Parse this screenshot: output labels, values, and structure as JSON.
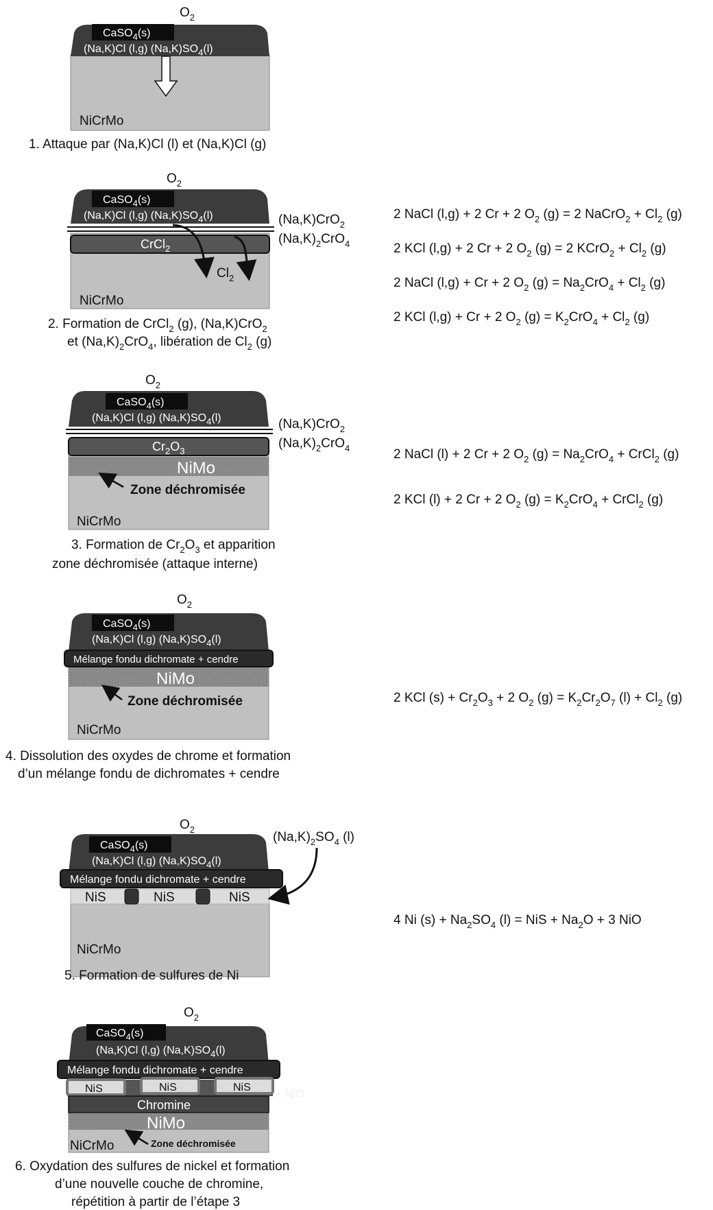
{
  "labels": {
    "o2": "O",
    "o2_sub": "2",
    "caso4": "CaSO",
    "caso4_sub": "4",
    "caso4_tail": "(s)",
    "salts_a": "(Na,K)Cl (l,g) (Na,K)SO",
    "salts_sub": "4",
    "salts_tail": "(l)",
    "nicrmo": "NiCrMo",
    "nimo": "NiMo",
    "zone": "Zone déchromisée",
    "crcl2": "CrCl",
    "crcl2_sub": "2",
    "cl2": "Cl",
    "cl2_sub": "2",
    "cr2o3_a": "Cr",
    "cr2o3_s1": "2",
    "cr2o3_b": "O",
    "cr2o3_s2": "3",
    "nakcro2_a": "(Na,K)CrO",
    "nakcro2_sub": "2",
    "nak2cro4_a": "(Na,K)",
    "nak2cro4_s1": "2",
    "nak2cro4_b": "CrO",
    "nak2cro4_s2": "4",
    "melt": "Mélange fondu dichromate + cendre",
    "nis": "NiS",
    "nak2so4_a": "(Na,K)",
    "nak2so4_s1": "2",
    "nak2so4_b": "SO",
    "nak2so4_s2": "4",
    "nak2so4_tail": " (l)",
    "chromine": "Chromine",
    "nio": "+ NiO"
  },
  "captions": {
    "s1": "1.  Attaque par (Na,K)Cl (l) et (Na,K)Cl (g)",
    "s2_l1_a": "2. Formation de CrCl",
    "s2_l1_s1": "2",
    "s2_l1_b": " (g), (Na,K)CrO",
    "s2_l1_s2": "2",
    "s2_l2_a": "et (Na,K)",
    "s2_l2_s1": "2",
    "s2_l2_b": "CrO",
    "s2_l2_s2": "4",
    "s2_l2_c": ", libération de Cl",
    "s2_l2_s3": "2",
    "s2_l2_d": " (g)",
    "s3_l1_a": "3. Formation de Cr",
    "s3_l1_s1": "2",
    "s3_l1_b": "O",
    "s3_l1_s2": "3",
    "s3_l1_c": " et apparition",
    "s3_l2": "zone déchromisée (attaque interne)",
    "s4_l1": "4. Dissolution des oxydes de chrome et formation",
    "s4_l2": "d’un mélange fondu de dichromates + cendre",
    "s5": "5. Formation de sulfures de Ni",
    "s6_l1": "6. Oxydation des sulfures de nickel et formation",
    "s6_l2": "d’une nouvelle couche de chromine,",
    "s6_l3": "répétition à partir de l’étape 3"
  },
  "equations": {
    "e1": [
      "2 NaCl (l,g) + 2 Cr + 2 O",
      "2",
      " (g) = 2 NaCrO",
      "2",
      " + Cl",
      "2",
      " (g)"
    ],
    "e2": [
      "2 KCl (l,g) + 2 Cr + 2 O",
      "2",
      " (g) = 2 KCrO",
      "2",
      " + Cl",
      "2",
      " (g)"
    ],
    "e3": [
      "2 NaCl (l,g) + Cr + 2 O",
      "2",
      " (g) = Na",
      "2",
      "CrO",
      "4",
      " + Cl",
      "2",
      " (g)"
    ],
    "e4": [
      "2 KCl (l,g) + Cr + 2 O",
      "2",
      " (g) = K",
      "2",
      "CrO",
      "4",
      " + Cl",
      "2",
      " (g)"
    ],
    "e5": [
      "2 NaCl (l) + 2 Cr + 2 O",
      "2",
      " (g) = Na",
      "2",
      "CrO",
      "4",
      " + CrCl",
      "2",
      " (g)"
    ],
    "e6": [
      "2 KCl (l) + 2 Cr + 2 O",
      "2",
      " (g) = K",
      "2",
      "CrO",
      "4",
      " + CrCl",
      "2",
      " (g)"
    ],
    "e7": [
      "2 KCl (s) + Cr",
      "2",
      "O",
      "3",
      " + 2 O",
      "2",
      " (g) = K",
      "2",
      "Cr",
      "2",
      "O",
      "7",
      " (l) + Cl",
      "2",
      " (g)"
    ],
    "e8": [
      "4 Ni (s) + Na",
      "2",
      "SO",
      "4",
      " (l) = NiS + Na",
      "2",
      "O + 3 NiO"
    ]
  },
  "colors": {
    "substrate": "#c0c0c0",
    "ash": "#3c3c3c",
    "black_box": "#0d0d0d",
    "nimo_band": "#8a8a8a",
    "nis_fill": "#dcdcdc"
  }
}
